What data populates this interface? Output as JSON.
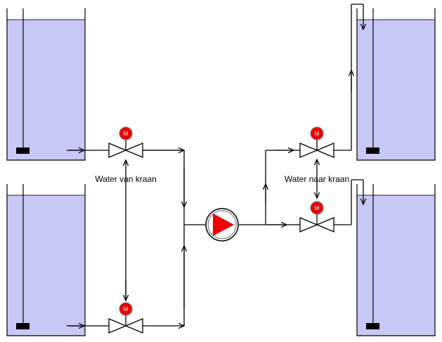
{
  "labels": {
    "water_from_tap": "Water van kraan",
    "water_to_tap": "Water naar kraan"
  },
  "motor_symbol": "M",
  "colors": {
    "tank_fill": "#c8c8f6",
    "line": "#000000",
    "motor": "#ee0000",
    "pump": "#ee0000",
    "sensor": "#000000"
  },
  "icons": {
    "valve": "butterfly-valve-icon",
    "motor": "motor-actuator-icon",
    "pump": "pump-icon",
    "sensor": "level-sensor-icon"
  }
}
